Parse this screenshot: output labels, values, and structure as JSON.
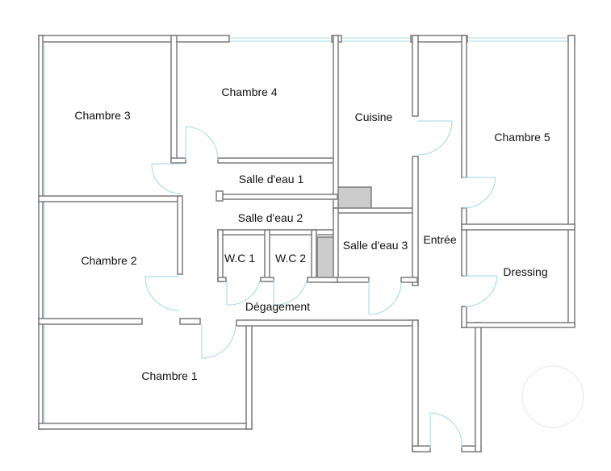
{
  "plan": {
    "wall_color": "#7a7a7a",
    "wall_fill": "#ffffff",
    "window_color": "#a9dcee",
    "door_color": "#9fd6ea",
    "shaft_fill": "#cccccc",
    "rooms": {
      "chambre3": "Chambre 3",
      "chambre4": "Chambre 4",
      "cuisine": "Cuisine",
      "chambre5": "Chambre 5",
      "salle_eau_1": "Salle d'eau 1",
      "salle_eau_2": "Salle d'eau 2",
      "salle_eau_3": "Salle d'eau 3",
      "entree": "Entrée",
      "chambre2": "Chambre 2",
      "wc1": "W.C 1",
      "wc2": "W.C 2",
      "dressing": "Dressing",
      "degagement": "Dégagement",
      "chambre1": "Chambre 1"
    }
  }
}
